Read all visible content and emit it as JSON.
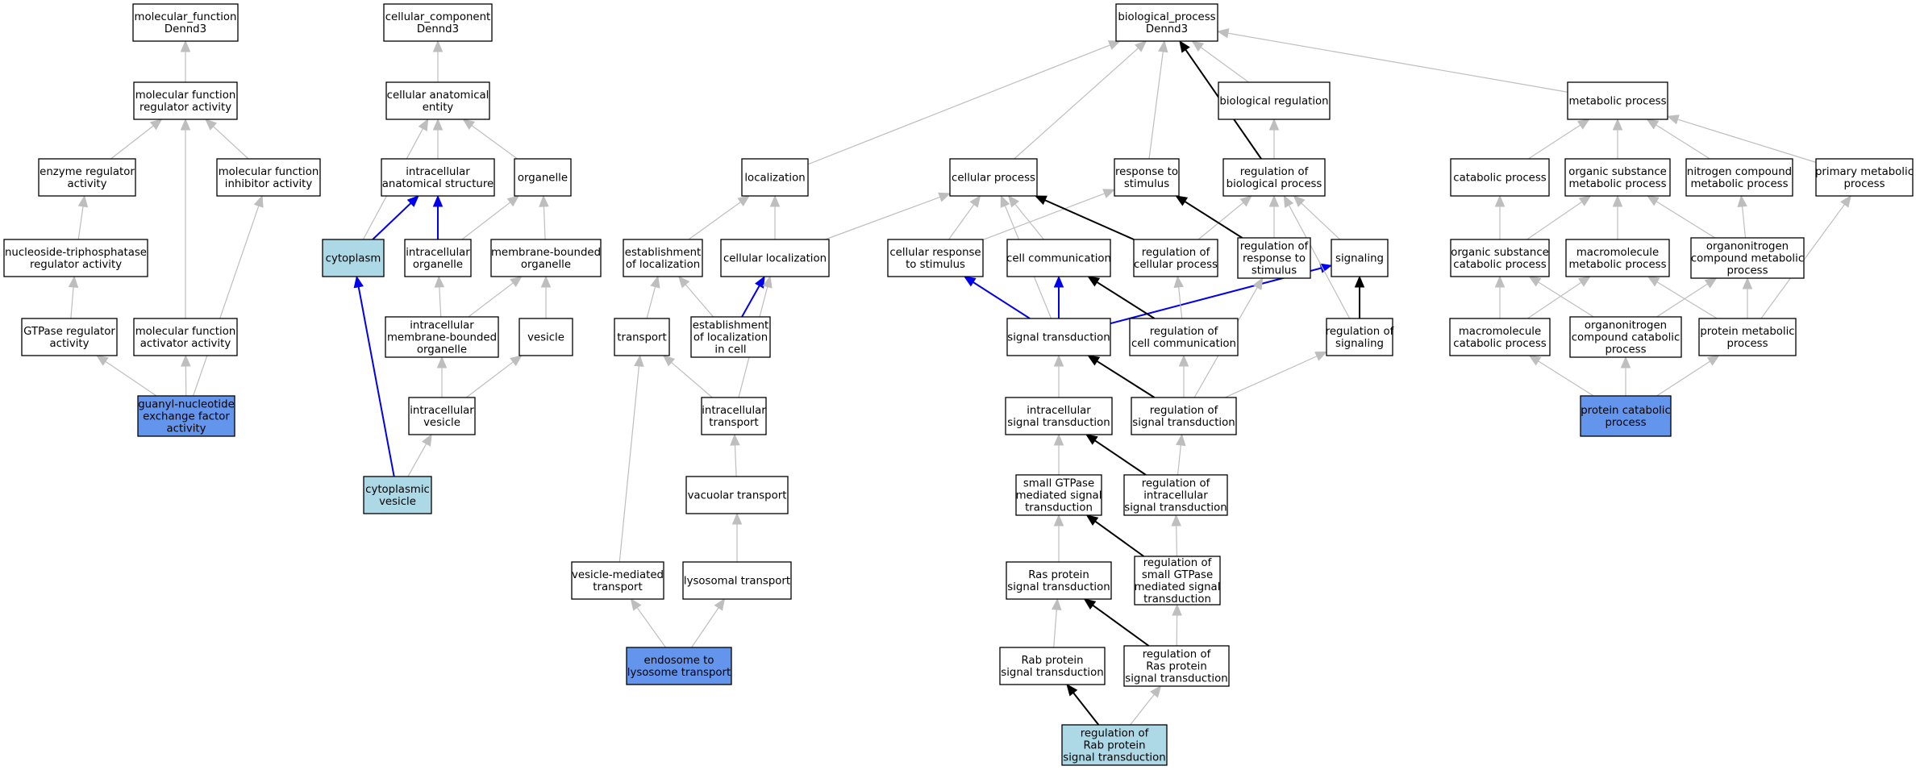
{
  "colors": {
    "node_default": "#ffffff",
    "node_light": "#add8e6",
    "node_dark": "#6495ed",
    "edge_gray": "#bebebe",
    "edge_black": "#000000",
    "edge_blue": "#0000ee"
  },
  "nodes": [
    {
      "id": "mf_root",
      "label": "molecular_function\nDennd3",
      "fill": "default"
    },
    {
      "id": "mf_reg",
      "label": "molecular function\nregulator activity",
      "fill": "default"
    },
    {
      "id": "enzyme_reg",
      "label": "enzyme regulator\nactivity",
      "fill": "default"
    },
    {
      "id": "mf_inhib",
      "label": "molecular function\ninhibitor activity",
      "fill": "default"
    },
    {
      "id": "ntpase_reg",
      "label": "nucleoside-triphosphatase\nregulator activity",
      "fill": "default"
    },
    {
      "id": "gtpase_reg",
      "label": "GTPase regulator\nactivity",
      "fill": "default"
    },
    {
      "id": "mf_act",
      "label": "molecular function\nactivator activity",
      "fill": "default"
    },
    {
      "id": "gef",
      "label": "guanyl-nucleotide\nexchange factor\nactivity",
      "fill": "dark"
    },
    {
      "id": "cc_root",
      "label": "cellular_component\nDennd3",
      "fill": "default"
    },
    {
      "id": "cae",
      "label": "cellular anatomical\nentity",
      "fill": "default"
    },
    {
      "id": "ias",
      "label": "intracellular\nanatomical structure",
      "fill": "default"
    },
    {
      "id": "organelle",
      "label": "organelle",
      "fill": "default"
    },
    {
      "id": "cytoplasm",
      "label": "cytoplasm",
      "fill": "light"
    },
    {
      "id": "ic_org",
      "label": "intracellular\norganelle",
      "fill": "default"
    },
    {
      "id": "mb_org",
      "label": "membrane-bounded\norganelle",
      "fill": "default"
    },
    {
      "id": "ic_mb_org",
      "label": "intracellular\nmembrane-bounded\norganelle",
      "fill": "default"
    },
    {
      "id": "vesicle",
      "label": "vesicle",
      "fill": "default"
    },
    {
      "id": "ic_ves",
      "label": "intracellular\nvesicle",
      "fill": "default"
    },
    {
      "id": "cyto_ves",
      "label": "cytoplasmic\nvesicle",
      "fill": "light"
    },
    {
      "id": "bp_root",
      "label": "biological_process\nDennd3",
      "fill": "default"
    },
    {
      "id": "bio_reg",
      "label": "biological regulation",
      "fill": "default"
    },
    {
      "id": "met_proc",
      "label": "metabolic process",
      "fill": "default"
    },
    {
      "id": "localization",
      "label": "localization",
      "fill": "default"
    },
    {
      "id": "cell_proc",
      "label": "cellular process",
      "fill": "default"
    },
    {
      "id": "resp_stim",
      "label": "response to\nstimulus",
      "fill": "default"
    },
    {
      "id": "reg_bio",
      "label": "regulation of\nbiological process",
      "fill": "default"
    },
    {
      "id": "est_loc",
      "label": "establishment\nof localization",
      "fill": "default"
    },
    {
      "id": "cell_loc",
      "label": "cellular localization",
      "fill": "default"
    },
    {
      "id": "cell_resp",
      "label": "cellular response\nto stimulus",
      "fill": "default"
    },
    {
      "id": "cell_comm",
      "label": "cell communication",
      "fill": "default"
    },
    {
      "id": "reg_cell_proc",
      "label": "regulation of\ncellular process",
      "fill": "default"
    },
    {
      "id": "reg_resp",
      "label": "regulation of\nresponse to\nstimulus",
      "fill": "default"
    },
    {
      "id": "signaling",
      "label": "signaling",
      "fill": "default"
    },
    {
      "id": "transport",
      "label": "transport",
      "fill": "default"
    },
    {
      "id": "est_loc_cell",
      "label": "establishment\nof localization\nin cell",
      "fill": "default"
    },
    {
      "id": "sig_trans",
      "label": "signal transduction",
      "fill": "default"
    },
    {
      "id": "reg_cell_comm",
      "label": "regulation of\ncell communication",
      "fill": "default"
    },
    {
      "id": "reg_signaling",
      "label": "regulation of\nsignaling",
      "fill": "default"
    },
    {
      "id": "ic_transport",
      "label": "intracellular\ntransport",
      "fill": "default"
    },
    {
      "id": "ic_sig",
      "label": "intracellular\nsignal transduction",
      "fill": "default"
    },
    {
      "id": "reg_sig",
      "label": "regulation of\nsignal transduction",
      "fill": "default"
    },
    {
      "id": "vac_transport",
      "label": "vacuolar transport",
      "fill": "default"
    },
    {
      "id": "sgtp",
      "label": "small GTPase\nmediated signal\ntransduction",
      "fill": "default"
    },
    {
      "id": "reg_ic_sig",
      "label": "regulation of\nintracellular\nsignal transduction",
      "fill": "default"
    },
    {
      "id": "ves_transport",
      "label": "vesicle-mediated\ntransport",
      "fill": "default"
    },
    {
      "id": "lys_transport",
      "label": "lysosomal transport",
      "fill": "default"
    },
    {
      "id": "ras_sig",
      "label": "Ras protein\nsignal transduction",
      "fill": "default"
    },
    {
      "id": "reg_sgtp",
      "label": "regulation of\nsmall GTPase\nmediated signal\ntransduction",
      "fill": "default"
    },
    {
      "id": "endo_lys",
      "label": "endosome to\nlysosome transport",
      "fill": "dark"
    },
    {
      "id": "rab_sig",
      "label": "Rab protein\nsignal transduction",
      "fill": "default"
    },
    {
      "id": "reg_ras",
      "label": "regulation of\nRas protein\nsignal transduction",
      "fill": "default"
    },
    {
      "id": "reg_rab",
      "label": "regulation of\nRab protein\nsignal transduction",
      "fill": "light"
    },
    {
      "id": "catab_proc",
      "label": "catabolic process",
      "fill": "default"
    },
    {
      "id": "org_sub_met",
      "label": "organic substance\nmetabolic process",
      "fill": "default"
    },
    {
      "id": "nitro_met",
      "label": "nitrogen compound\nmetabolic process",
      "fill": "default"
    },
    {
      "id": "prim_met",
      "label": "primary metabolic\nprocess",
      "fill": "default"
    },
    {
      "id": "org_sub_cat",
      "label": "organic substance\ncatabolic process",
      "fill": "default"
    },
    {
      "id": "macro_met",
      "label": "macromolecule\nmetabolic process",
      "fill": "default"
    },
    {
      "id": "orgnitro_met",
      "label": "organonitrogen\ncompound metabolic\nprocess",
      "fill": "default"
    },
    {
      "id": "macro_cat",
      "label": "macromolecule\ncatabolic process",
      "fill": "default"
    },
    {
      "id": "orgnitro_cat",
      "label": "organonitrogen\ncompound catabolic\nprocess",
      "fill": "default"
    },
    {
      "id": "prot_met",
      "label": "protein metabolic\nprocess",
      "fill": "default"
    },
    {
      "id": "prot_cat",
      "label": "protein catabolic\nprocess",
      "fill": "dark"
    }
  ],
  "edges": [
    {
      "from": "mf_reg",
      "to": "mf_root",
      "color": "gray"
    },
    {
      "from": "enzyme_reg",
      "to": "mf_reg",
      "color": "gray"
    },
    {
      "from": "mf_inhib",
      "to": "mf_reg",
      "color": "gray"
    },
    {
      "from": "mf_act",
      "to": "mf_reg",
      "color": "gray"
    },
    {
      "from": "ntpase_reg",
      "to": "enzyme_reg",
      "color": "gray"
    },
    {
      "from": "gtpase_reg",
      "to": "ntpase_reg",
      "color": "gray"
    },
    {
      "from": "gef",
      "to": "gtpase_reg",
      "color": "gray"
    },
    {
      "from": "gef",
      "to": "mf_act",
      "color": "gray"
    },
    {
      "from": "gef",
      "to": "mf_inhib",
      "color": "gray"
    },
    {
      "from": "cae",
      "to": "cc_root",
      "color": "gray"
    },
    {
      "from": "ias",
      "to": "cae",
      "color": "gray"
    },
    {
      "from": "organelle",
      "to": "cae",
      "color": "gray"
    },
    {
      "from": "cytoplasm",
      "to": "cae",
      "color": "gray"
    },
    {
      "from": "cytoplasm",
      "to": "ias",
      "color": "blue"
    },
    {
      "from": "ic_org",
      "to": "ias",
      "color": "blue"
    },
    {
      "from": "ic_org",
      "to": "organelle",
      "color": "gray"
    },
    {
      "from": "mb_org",
      "to": "organelle",
      "color": "gray"
    },
    {
      "from": "ic_mb_org",
      "to": "ic_org",
      "color": "gray"
    },
    {
      "from": "ic_mb_org",
      "to": "mb_org",
      "color": "gray"
    },
    {
      "from": "vesicle",
      "to": "mb_org",
      "color": "gray"
    },
    {
      "from": "ic_ves",
      "to": "ic_mb_org",
      "color": "gray"
    },
    {
      "from": "ic_ves",
      "to": "vesicle",
      "color": "gray"
    },
    {
      "from": "cyto_ves",
      "to": "ic_ves",
      "color": "gray"
    },
    {
      "from": "cyto_ves",
      "to": "cytoplasm",
      "color": "blue"
    },
    {
      "from": "bio_reg",
      "to": "bp_root",
      "color": "gray"
    },
    {
      "from": "met_proc",
      "to": "bp_root",
      "color": "gray"
    },
    {
      "from": "localization",
      "to": "bp_root",
      "color": "gray"
    },
    {
      "from": "cell_proc",
      "to": "bp_root",
      "color": "gray"
    },
    {
      "from": "resp_stim",
      "to": "bp_root",
      "color": "gray"
    },
    {
      "from": "reg_bio",
      "to": "bp_root",
      "color": "black"
    },
    {
      "from": "reg_bio",
      "to": "bio_reg",
      "color": "gray"
    },
    {
      "from": "est_loc",
      "to": "localization",
      "color": "gray"
    },
    {
      "from": "cell_loc",
      "to": "localization",
      "color": "gray"
    },
    {
      "from": "cell_loc",
      "to": "cell_proc",
      "color": "gray"
    },
    {
      "from": "cell_resp",
      "to": "cell_proc",
      "color": "gray"
    },
    {
      "from": "cell_resp",
      "to": "resp_stim",
      "color": "gray"
    },
    {
      "from": "cell_comm",
      "to": "cell_proc",
      "color": "gray"
    },
    {
      "from": "reg_cell_proc",
      "to": "cell_proc",
      "color": "black"
    },
    {
      "from": "reg_cell_proc",
      "to": "reg_bio",
      "color": "gray"
    },
    {
      "from": "reg_resp",
      "to": "resp_stim",
      "color": "black"
    },
    {
      "from": "reg_resp",
      "to": "reg_bio",
      "color": "gray"
    },
    {
      "from": "signaling",
      "to": "reg_bio",
      "color": "gray"
    },
    {
      "from": "transport",
      "to": "est_loc",
      "color": "gray"
    },
    {
      "from": "est_loc_cell",
      "to": "est_loc",
      "color": "gray"
    },
    {
      "from": "est_loc_cell",
      "to": "cell_loc",
      "color": "blue"
    },
    {
      "from": "sig_trans",
      "to": "cell_resp",
      "color": "blue"
    },
    {
      "from": "sig_trans",
      "to": "cell_comm",
      "color": "blue"
    },
    {
      "from": "sig_trans",
      "to": "signaling",
      "color": "blue"
    },
    {
      "from": "sig_trans",
      "to": "cell_proc",
      "color": "gray"
    },
    {
      "from": "reg_cell_comm",
      "to": "cell_comm",
      "color": "black"
    },
    {
      "from": "reg_cell_comm",
      "to": "reg_cell_proc",
      "color": "gray"
    },
    {
      "from": "reg_signaling",
      "to": "signaling",
      "color": "black"
    },
    {
      "from": "reg_signaling",
      "to": "reg_bio",
      "color": "gray"
    },
    {
      "from": "ic_transport",
      "to": "transport",
      "color": "gray"
    },
    {
      "from": "ic_transport",
      "to": "cell_loc",
      "color": "gray"
    },
    {
      "from": "ic_sig",
      "to": "sig_trans",
      "color": "gray"
    },
    {
      "from": "reg_sig",
      "to": "sig_trans",
      "color": "black"
    },
    {
      "from": "reg_sig",
      "to": "reg_cell_comm",
      "color": "gray"
    },
    {
      "from": "reg_sig",
      "to": "reg_signaling",
      "color": "gray"
    },
    {
      "from": "reg_sig",
      "to": "reg_resp",
      "color": "gray"
    },
    {
      "from": "vac_transport",
      "to": "ic_transport",
      "color": "gray"
    },
    {
      "from": "sgtp",
      "to": "ic_sig",
      "color": "gray"
    },
    {
      "from": "reg_ic_sig",
      "to": "ic_sig",
      "color": "black"
    },
    {
      "from": "reg_ic_sig",
      "to": "reg_sig",
      "color": "gray"
    },
    {
      "from": "ves_transport",
      "to": "transport",
      "color": "gray"
    },
    {
      "from": "lys_transport",
      "to": "vac_transport",
      "color": "gray"
    },
    {
      "from": "ras_sig",
      "to": "sgtp",
      "color": "gray"
    },
    {
      "from": "reg_sgtp",
      "to": "sgtp",
      "color": "black"
    },
    {
      "from": "reg_sgtp",
      "to": "reg_ic_sig",
      "color": "gray"
    },
    {
      "from": "endo_lys",
      "to": "ves_transport",
      "color": "gray"
    },
    {
      "from": "endo_lys",
      "to": "lys_transport",
      "color": "gray"
    },
    {
      "from": "rab_sig",
      "to": "ras_sig",
      "color": "gray"
    },
    {
      "from": "reg_ras",
      "to": "ras_sig",
      "color": "black"
    },
    {
      "from": "reg_ras",
      "to": "reg_sgtp",
      "color": "gray"
    },
    {
      "from": "reg_rab",
      "to": "rab_sig",
      "color": "black"
    },
    {
      "from": "reg_rab",
      "to": "reg_ras",
      "color": "gray"
    },
    {
      "from": "catab_proc",
      "to": "met_proc",
      "color": "gray"
    },
    {
      "from": "org_sub_met",
      "to": "met_proc",
      "color": "gray"
    },
    {
      "from": "nitro_met",
      "to": "met_proc",
      "color": "gray"
    },
    {
      "from": "prim_met",
      "to": "met_proc",
      "color": "gray"
    },
    {
      "from": "org_sub_cat",
      "to": "catab_proc",
      "color": "gray"
    },
    {
      "from": "org_sub_cat",
      "to": "org_sub_met",
      "color": "gray"
    },
    {
      "from": "macro_met",
      "to": "org_sub_met",
      "color": "gray"
    },
    {
      "from": "orgnitro_met",
      "to": "org_sub_met",
      "color": "gray"
    },
    {
      "from": "orgnitro_met",
      "to": "nitro_met",
      "color": "gray"
    },
    {
      "from": "macro_cat",
      "to": "org_sub_cat",
      "color": "gray"
    },
    {
      "from": "macro_cat",
      "to": "macro_met",
      "color": "gray"
    },
    {
      "from": "orgnitro_cat",
      "to": "org_sub_cat",
      "color": "gray"
    },
    {
      "from": "orgnitro_cat",
      "to": "orgnitro_met",
      "color": "gray"
    },
    {
      "from": "prot_met",
      "to": "macro_met",
      "color": "gray"
    },
    {
      "from": "prot_met",
      "to": "orgnitro_met",
      "color": "gray"
    },
    {
      "from": "prot_met",
      "to": "prim_met",
      "color": "gray"
    },
    {
      "from": "prot_cat",
      "to": "macro_cat",
      "color": "gray"
    },
    {
      "from": "prot_cat",
      "to": "orgnitro_cat",
      "color": "gray"
    },
    {
      "from": "prot_cat",
      "to": "prot_met",
      "color": "gray"
    }
  ]
}
